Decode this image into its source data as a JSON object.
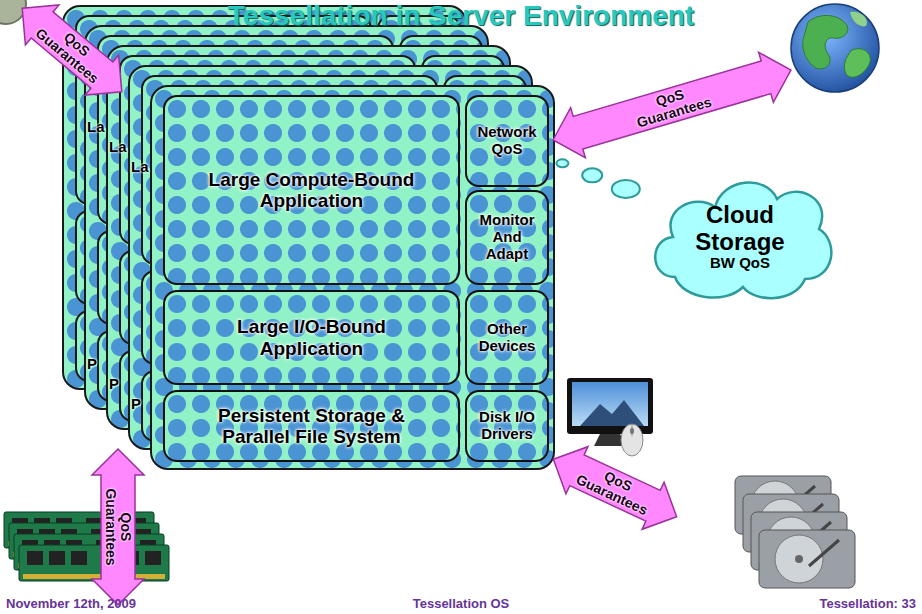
{
  "diagram": {
    "title": "Tessellation in Server Environment",
    "nodes": [
      {
        "text": [
          "Large Compute-Bound Application"
        ]
      },
      {
        "text": [
          "Network QoS"
        ]
      },
      {
        "text": [
          "Monitor And Adapt"
        ]
      },
      {
        "text": [
          "Large I/O-Bound Application"
        ]
      },
      {
        "text": [
          "Other Devices"
        ]
      },
      {
        "text": [
          "Persistent Storage & Parallel File System"
        ]
      },
      {
        "text": [
          "Disk I/O Drivers"
        ]
      },
      {
        "text": [
          "Cloud Storage",
          "BW QoS"
        ]
      }
    ],
    "edges": [
      {
        "from": 1,
        "to": 7,
        "arrow": "none"
      }
    ],
    "labels": [
      "QoS Guarantees",
      "QoS Guarantees",
      "QoS Guarantees",
      "QoS Guarantees",
      "La",
      "La",
      "La",
      "P",
      "P",
      "P",
      "November 12th, 2009",
      "Tessellation OS",
      "Tessellation: 33"
    ]
  }
}
